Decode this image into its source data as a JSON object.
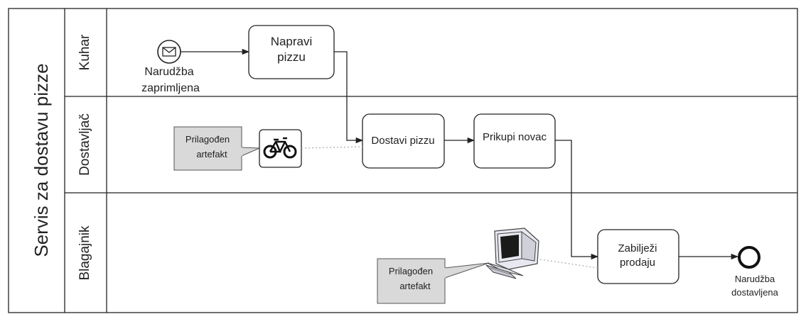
{
  "pool": {
    "title": "Servis za dostavu pizze",
    "lanes": [
      "Kuhar",
      "Dostavljač",
      "Blagajnik"
    ]
  },
  "events": {
    "start": {
      "label_lines": [
        "Narudžba",
        "zaprimljena"
      ],
      "icon": "envelope-icon"
    },
    "end": {
      "label_lines": [
        "Narudžba",
        "dostavljena"
      ]
    }
  },
  "tasks": {
    "napravi": [
      "Napravi",
      "pizzu"
    ],
    "dostavi": [
      "Dostavi pizzu"
    ],
    "prikupi": [
      "Prikupi novac"
    ],
    "zabiljezi": [
      "Zabilježi",
      "prodaju"
    ]
  },
  "artifacts": {
    "bicycle": {
      "note_lines": [
        "Prilagođen",
        "artefakt"
      ],
      "icon": "bicycle-icon"
    },
    "computer": {
      "note_lines": [
        "Prilagođen",
        "artefakt"
      ],
      "icon": "computer-icon"
    }
  },
  "colors": {
    "line": "#222222",
    "note_fill": "#d9d9d9",
    "association": "#b0b0b0",
    "monitor_screen": "#1a1a1a",
    "monitor_body": "#e8e8f0"
  }
}
